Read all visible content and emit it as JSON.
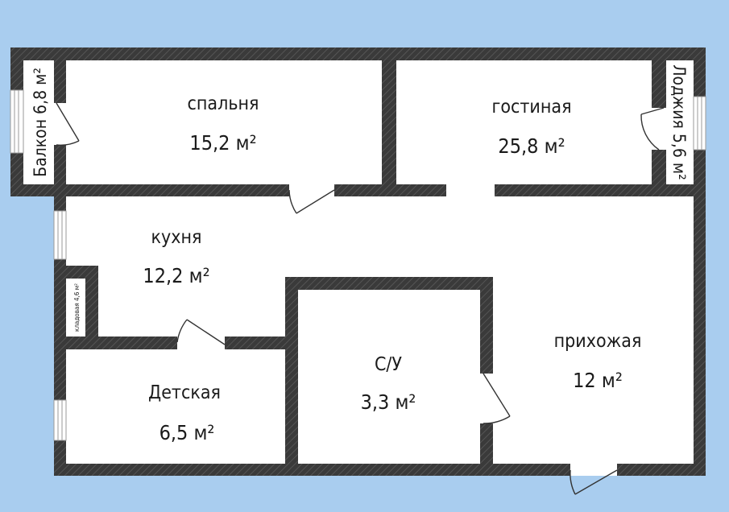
{
  "colors": {
    "background": "#a9cdef",
    "wall": "#3a3a3a",
    "floor": "#ffffff"
  },
  "rooms": {
    "bedroom": {
      "name": "спальня",
      "area": "15,2 м²"
    },
    "living": {
      "name": "гостиная",
      "area": "25,8 м²"
    },
    "kitchen": {
      "name": "кухня",
      "area": "12,2 м²"
    },
    "bathroom": {
      "name": "С/У",
      "area": "3,3 м²"
    },
    "hallway": {
      "name": "прихожая",
      "area": "12 м²"
    },
    "nursery": {
      "name": "Детская",
      "area": "6,5 м²"
    },
    "balcony": {
      "label": "Балкон 6,8 м²"
    },
    "loggia": {
      "label": "Лоджия 5,6 м²"
    },
    "storage": {
      "label": "кладовая 4,6 м²"
    }
  }
}
